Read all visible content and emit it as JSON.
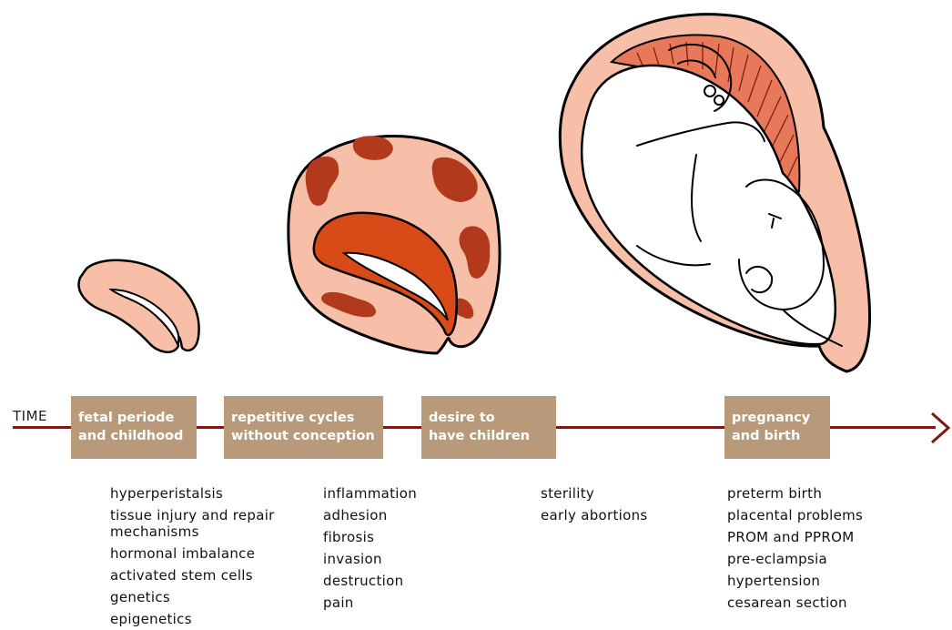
{
  "axis": {
    "label": "TIME"
  },
  "stages": [
    {
      "lines": [
        "fetal periode",
        "and childhood"
      ]
    },
    {
      "lines": [
        "repetitive cycles",
        "without conception"
      ]
    },
    {
      "lines": [
        "desire to",
        "have children"
      ]
    },
    {
      "lines": [
        "pregnancy",
        "and birth"
      ]
    }
  ],
  "effects": [
    [
      "hyperperistalsis",
      "tissue injury and repair mechanisms",
      "hormonal imbalance",
      "activated stem cells",
      "genetics",
      "epigenetics"
    ],
    [
      "inflammation",
      "adhesion",
      "fibrosis",
      "invasion",
      "destruction",
      "pain"
    ],
    [
      "sterility",
      "early abortions"
    ],
    [
      "preterm birth",
      "placental problems",
      "PROM and PPROM",
      "pre-eclampsia",
      "hypertension",
      "cesarean section"
    ]
  ],
  "colors": {
    "tissue": "#f7bfa8",
    "lesion": "#b3391c",
    "endometrium": "#d84a17",
    "placenta": "#e8785a",
    "stage_box": "#b8997a",
    "arrow": "#7a1a14"
  }
}
